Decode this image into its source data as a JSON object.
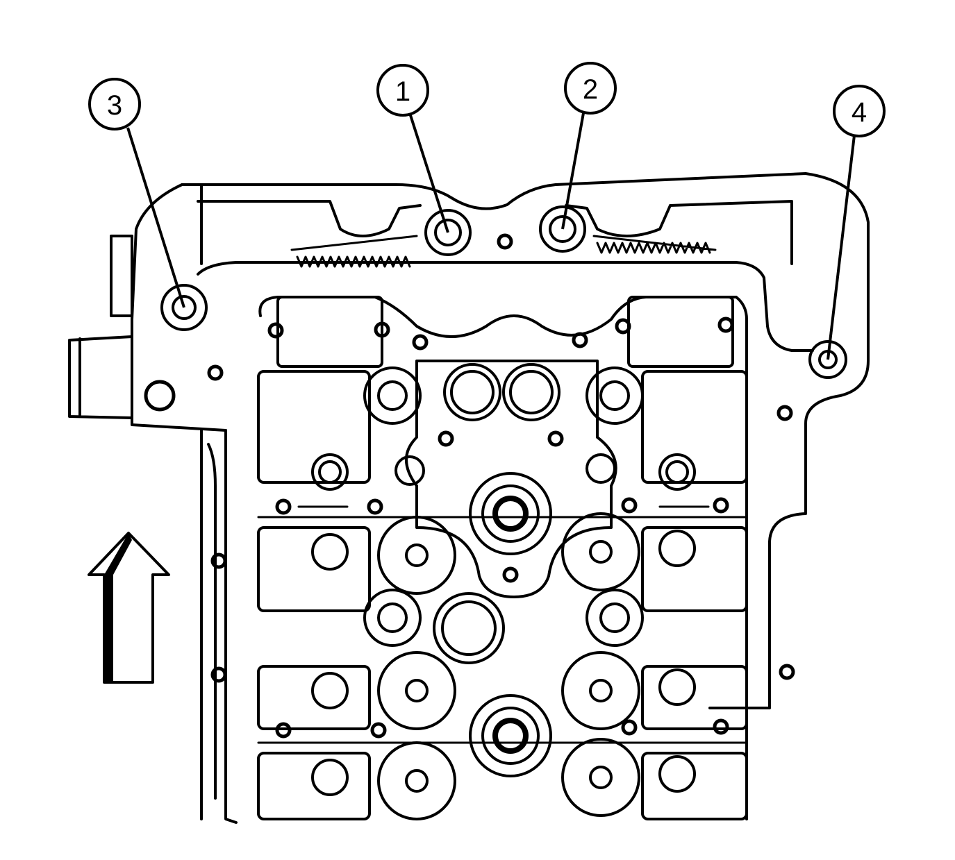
{
  "colors": {
    "ink": "#000000",
    "paper": "#ffffff"
  },
  "callouts": [
    {
      "id": "3",
      "label": "3"
    },
    {
      "id": "1",
      "label": "1"
    },
    {
      "id": "2",
      "label": "2"
    },
    {
      "id": "4",
      "label": "4"
    }
  ],
  "icons": {
    "direction": "arrow-up-icon"
  }
}
